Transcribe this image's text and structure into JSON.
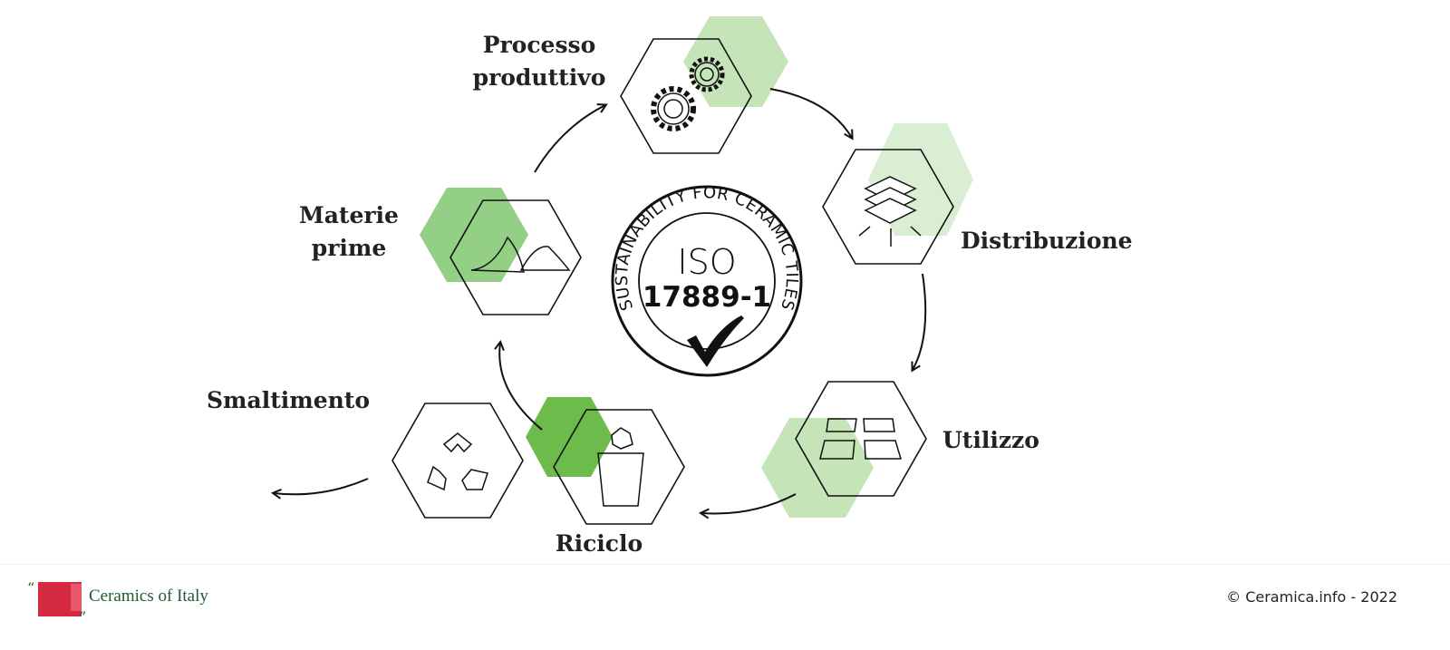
{
  "stages": {
    "processo": "Processo\nproduttivo",
    "distribuzione": "Distribuzione",
    "utilizzo": "Utilizzo",
    "riciclo": "Riciclo",
    "smaltimento": "Smaltimento",
    "materie": "Materie\nprime"
  },
  "seal": {
    "ring_text": "SUSTAINABILITY FOR CERAMIC TILES",
    "iso": "ISO",
    "number": "17889-1"
  },
  "footer": {
    "logo_text": "Ceramics of Italy",
    "copyright": "© Ceramica.info - 2022"
  },
  "colors": {
    "green_light": "#d9eed2",
    "green_pale": "#c5e4b8",
    "green_mid": "#93cf85",
    "green_dark": "#6dbb4a",
    "brand_red": "#d0142c",
    "brand_green": "#1e5a32"
  }
}
